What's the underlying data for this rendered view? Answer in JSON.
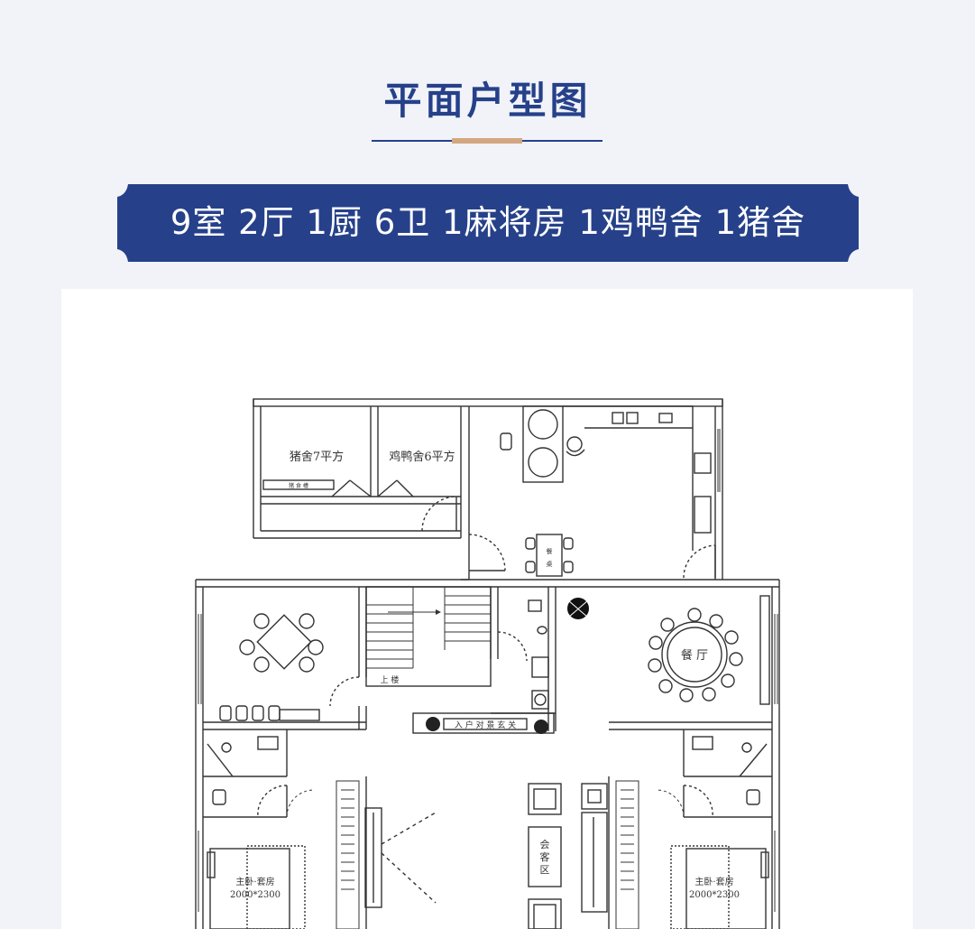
{
  "header": {
    "title": "平面户型图",
    "subtitle_banner": "9室 2厅 1厨 6卫 1麻将房 1鸡鸭舍 1猪舍"
  },
  "colors": {
    "brand_blue": "#26418a",
    "accent_tan": "#d3a781",
    "page_bg": "#f1f3f8",
    "wall": "#333333"
  },
  "plan": {
    "rooms": {
      "pig_pen": "猪舍7平方",
      "poultry_pen": "鸡鸭舍6平方",
      "pig_trough": "猪 食 槽",
      "dining_table": "餐\n桌",
      "dining_hall": "餐 厅",
      "stairs_up": "上 楼",
      "entry_screen": "入 户 对 景 玄 关",
      "living_area_1": "会",
      "living_area_2": "客",
      "living_area_3": "区",
      "master_left_1": "主卧·套房",
      "master_left_2": "2000*2300",
      "master_right_1": "主卧·套房",
      "master_right_2": "2000*2300"
    }
  }
}
